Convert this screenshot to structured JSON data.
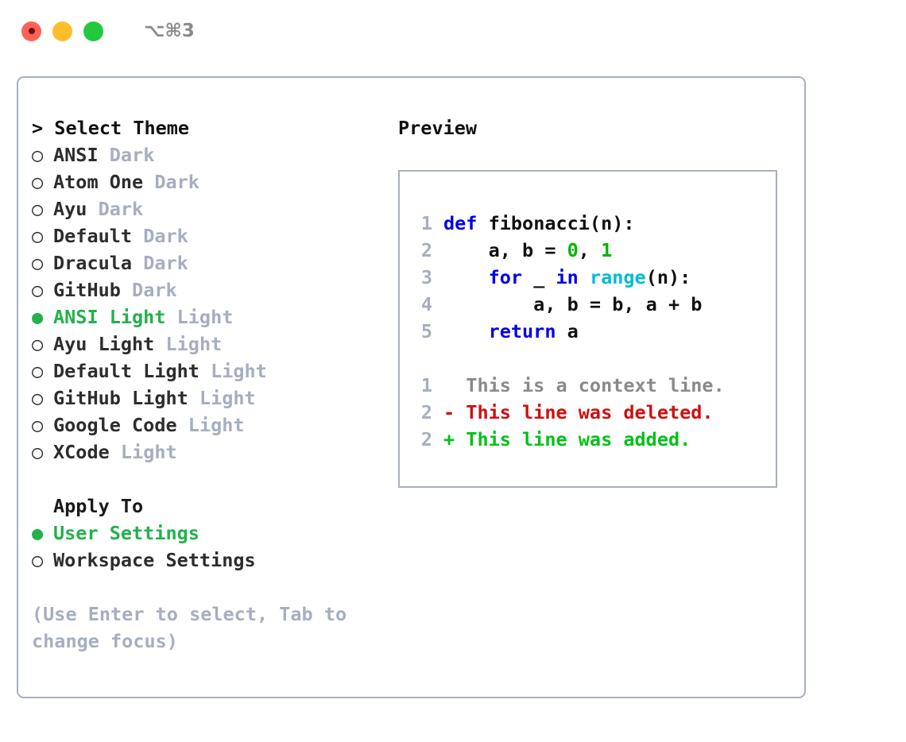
{
  "titlebar": {
    "shortcut": "⌥⌘3",
    "buttons": [
      {
        "name": "close",
        "color": "#ff6159"
      },
      {
        "name": "minimize",
        "color": "#ffbd2e"
      },
      {
        "name": "maximize",
        "color": "#22c93e"
      }
    ]
  },
  "theme_picker": {
    "heading": "> Select Theme",
    "bullet_selected": "●",
    "bullet_unselected": "○",
    "items": [
      {
        "name": "ANSI",
        "kind": "Dark",
        "selected": false
      },
      {
        "name": "Atom One",
        "kind": "Dark",
        "selected": false
      },
      {
        "name": "Ayu",
        "kind": "Dark",
        "selected": false
      },
      {
        "name": "Default",
        "kind": "Dark",
        "selected": false
      },
      {
        "name": "Dracula",
        "kind": "Dark",
        "selected": false
      },
      {
        "name": "GitHub",
        "kind": "Dark",
        "selected": false
      },
      {
        "name": "ANSI Light",
        "kind": "Light",
        "selected": true
      },
      {
        "name": "Ayu Light",
        "kind": "Light",
        "selected": false
      },
      {
        "name": "Default Light",
        "kind": "Light",
        "selected": false
      },
      {
        "name": "GitHub Light",
        "kind": "Light",
        "selected": false
      },
      {
        "name": "Google Code",
        "kind": "Light",
        "selected": false
      },
      {
        "name": "XCode",
        "kind": "Light",
        "selected": false
      }
    ]
  },
  "apply_to": {
    "label": "Apply To",
    "options": [
      {
        "name": "User Settings",
        "selected": true
      },
      {
        "name": "Workspace Settings",
        "selected": false
      }
    ]
  },
  "hint": "(Use Enter to select, Tab to change focus)",
  "preview": {
    "heading": "Preview",
    "code_lines": [
      {
        "num": "1",
        "tokens": [
          {
            "t": "def",
            "c": "kw"
          },
          {
            "t": " fibonacci(n):",
            "c": "txt"
          }
        ]
      },
      {
        "num": "2",
        "tokens": [
          {
            "t": "    a, b = ",
            "c": "txt"
          },
          {
            "t": "0",
            "c": "num"
          },
          {
            "t": ", ",
            "c": "txt"
          },
          {
            "t": "1",
            "c": "num"
          }
        ]
      },
      {
        "num": "3",
        "tokens": [
          {
            "t": "    ",
            "c": "txt"
          },
          {
            "t": "for",
            "c": "kw"
          },
          {
            "t": " _ ",
            "c": "txt"
          },
          {
            "t": "in",
            "c": "kw"
          },
          {
            "t": " ",
            "c": "txt"
          },
          {
            "t": "range",
            "c": "fn"
          },
          {
            "t": "(n):",
            "c": "txt"
          }
        ]
      },
      {
        "num": "4",
        "tokens": [
          {
            "t": "        a, b = b, a + b",
            "c": "txt"
          }
        ]
      },
      {
        "num": "5",
        "tokens": [
          {
            "t": "    ",
            "c": "txt"
          },
          {
            "t": "return",
            "c": "kw"
          },
          {
            "t": " a",
            "c": "txt"
          }
        ]
      }
    ],
    "diff_lines": [
      {
        "num": "1",
        "marker": " ",
        "text": "This is a context line.",
        "kind": "ctx"
      },
      {
        "num": "2",
        "marker": "-",
        "text": "This line was deleted.",
        "kind": "del"
      },
      {
        "num": "2",
        "marker": "+",
        "text": "This line was added.",
        "kind": "add"
      }
    ]
  },
  "colors": {
    "accent_green": "#22b14c",
    "muted": "#a6aec0",
    "border": "#a8b0bf",
    "keyword": "#0000ee",
    "function": "#00bcd4",
    "number": "#00b400",
    "diff_delete": "#cc1111",
    "diff_add": "#00c217"
  }
}
